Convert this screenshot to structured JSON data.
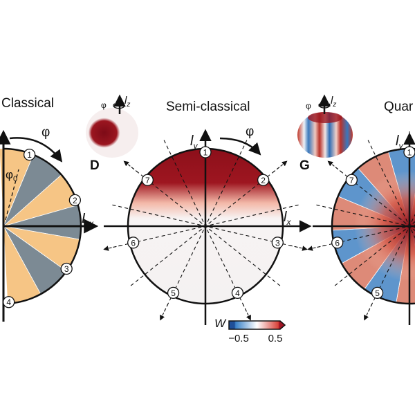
{
  "panels": {
    "classical": {
      "title": "Classical",
      "phi": "φ",
      "phi0": "φ",
      "phi0_sub": "0",
      "axis_x": "L",
      "axis_x_sub": "x",
      "markers": [
        "1",
        "2",
        "3",
        "4"
      ],
      "colors": {
        "a": "#f6c585",
        "b": "#7c8a94"
      }
    },
    "semiclassical": {
      "title": "Semi-classical",
      "panel_label": "D",
      "phi": "φ",
      "axis_y": "l",
      "axis_y_sub": "y",
      "axis_x": "l",
      "axis_x_sub": "x",
      "axis_z": "l",
      "axis_z_sub": "z",
      "markers": [
        "1",
        "2",
        "3",
        "4",
        "5",
        "6",
        "7"
      ]
    },
    "quantum": {
      "title": "Quar",
      "panel_label": "G",
      "phi": "φ",
      "axis_y": "l",
      "axis_y_sub": "y",
      "axis_z": "l",
      "axis_z_sub": "z",
      "markers": [
        "1",
        "5",
        "6",
        "7"
      ]
    }
  },
  "colorbar": {
    "label": "W",
    "min_label": "−0.5",
    "max_label": "0.5",
    "min": -0.5,
    "max": 0.5,
    "neg_color": "#2a6db5",
    "pos_color": "#b2182b"
  }
}
